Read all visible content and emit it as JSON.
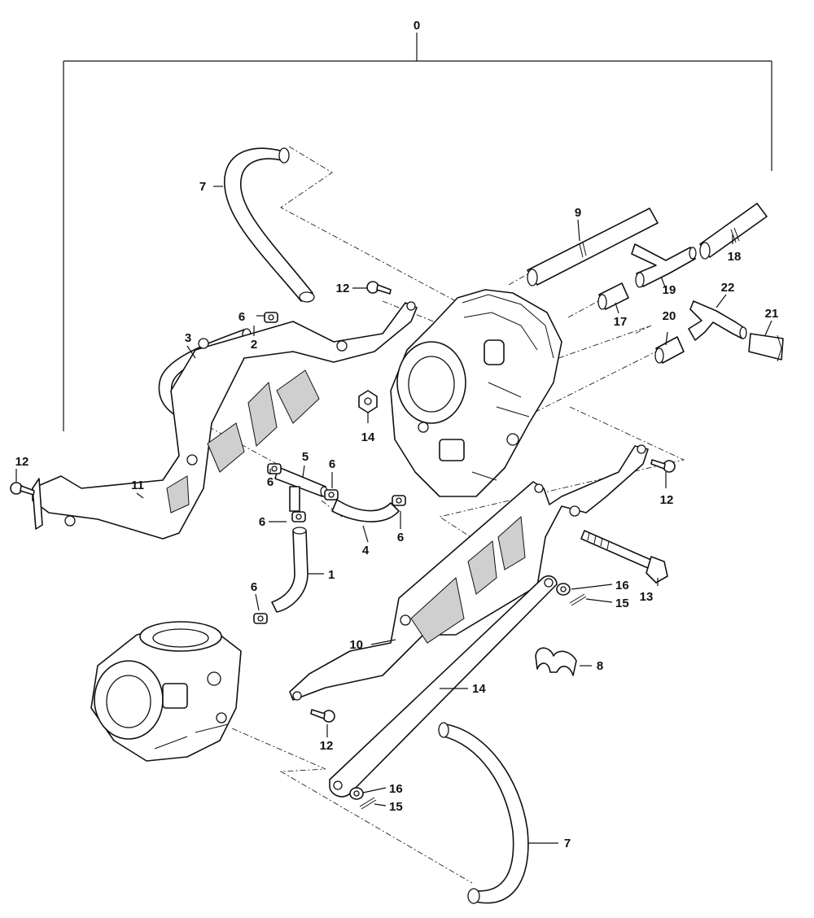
{
  "diagram": {
    "callouts": {
      "c0": "0",
      "c1": "1",
      "c2": "2",
      "c3": "3",
      "c4": "4",
      "c5": "5",
      "c6a": "6",
      "c6b": "6",
      "c6c": "6",
      "c6d": "6",
      "c6e": "6",
      "c6f": "6",
      "c7a": "7",
      "c7b": "7",
      "c8": "8",
      "c9": "9",
      "c10": "10",
      "c11": "11",
      "c12a": "12",
      "c12b": "12",
      "c12c": "12",
      "c12d": "12",
      "c13": "13",
      "c14a": "14",
      "c14b": "14",
      "c15a": "15",
      "c15b": "15",
      "c16a": "16",
      "c16b": "16",
      "c17": "17",
      "c18": "18",
      "c19": "19",
      "c20": "20",
      "c21": "21",
      "c22": "22"
    }
  }
}
